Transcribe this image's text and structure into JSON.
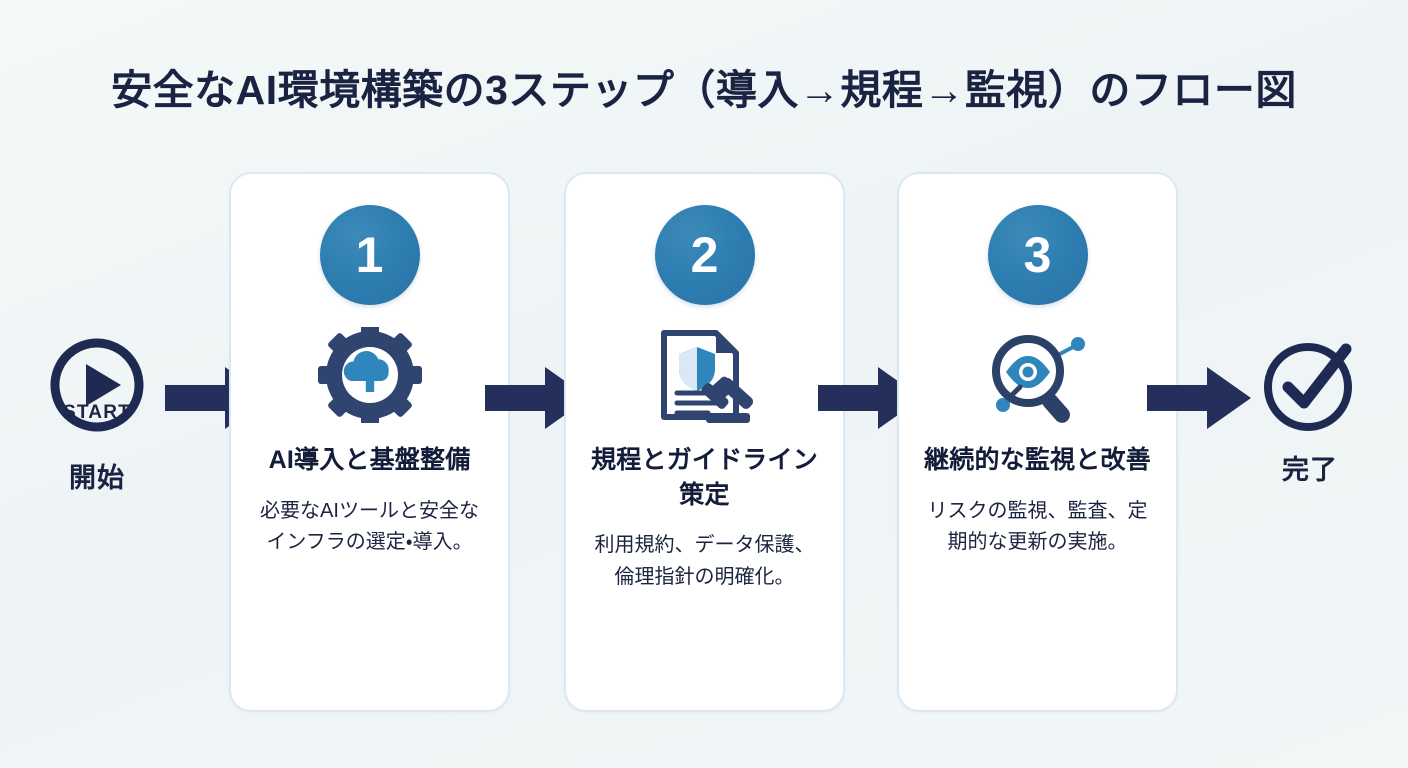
{
  "page": {
    "title": "安全なAI環境構築の3ステップ（導入→規程→監視）のフロー図",
    "background_color": "#f1f6f7",
    "accent_color": "#2d7cb0",
    "navy_color": "#1f2a52"
  },
  "start": {
    "icon": "play-circle-icon",
    "badge_text": "START",
    "label": "開始"
  },
  "end": {
    "icon": "check-circle-icon",
    "label": "完了"
  },
  "arrows": [
    {
      "name": "arrow-start-to-step1",
      "icon": "arrow-right-icon"
    },
    {
      "name": "arrow-step1-to-step2",
      "icon": "arrow-right-icon"
    },
    {
      "name": "arrow-step2-to-step3",
      "icon": "arrow-right-icon"
    },
    {
      "name": "arrow-step3-to-end",
      "icon": "arrow-right-icon"
    }
  ],
  "steps": [
    {
      "number": "1",
      "icon": "gear-cloud-upload-icon",
      "title": "AI導入と基盤整備",
      "description": "必要なAIツールと安全なインフラの選定・導入。"
    },
    {
      "number": "2",
      "icon": "document-shield-gavel-icon",
      "title": "規程とガイドライン策定",
      "description": "利用規約、データ保護、倫理指針の明確化。"
    },
    {
      "number": "3",
      "icon": "magnifier-eye-network-icon",
      "title": "継続的な監視と改善",
      "description": "リスクの監視、監査、定期的な更新の実施。"
    }
  ]
}
